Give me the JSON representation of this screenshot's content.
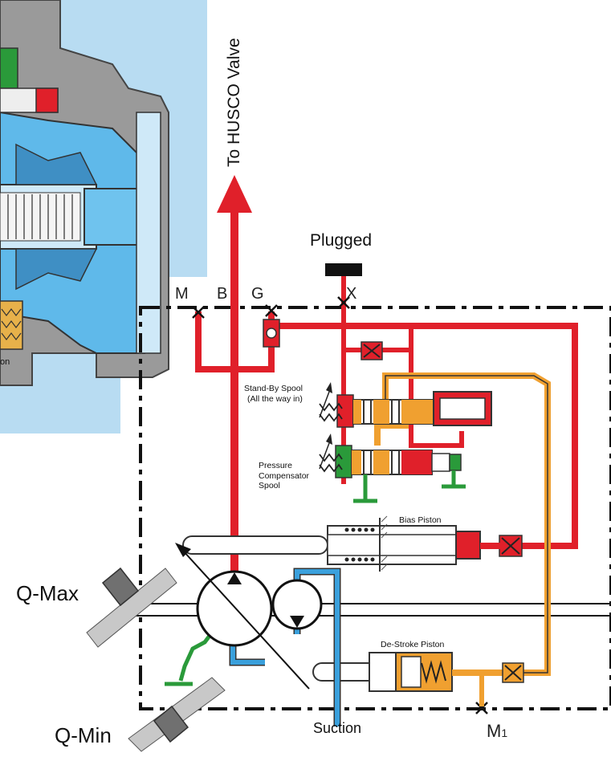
{
  "labels": {
    "to_valve": "To HUSCO Valve",
    "plugged": "Plugged",
    "port_m": "M",
    "port_b": "B",
    "port_g": "G",
    "port_x": "X",
    "standby_line1": "Stand-By Spool",
    "standby_line2": "(All the way in)",
    "pc_line1": "Pressure",
    "pc_line2": "Compensator",
    "pc_line3": "Spool",
    "bias_piston": "Bias Piston",
    "destroke_piston": "De-Stroke Piston",
    "q_max": "Q-Max",
    "q_min": "Q-Min",
    "suction": "Suction",
    "m1_main": "M",
    "m1_sub": "1",
    "cutaway_text": "on"
  },
  "colors": {
    "pressure_red": "#e0202a",
    "control_orange": "#f0a030",
    "suction_blue": "#3aa0dc",
    "drain_green": "#2a9a3a",
    "cutaway_bg": "#b8dcf2",
    "housing_gray": "#8a8a8a"
  }
}
